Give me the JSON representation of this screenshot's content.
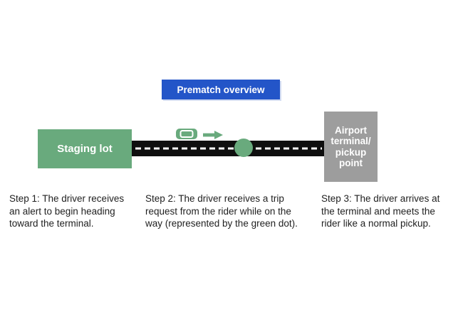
{
  "banner": {
    "label": "Prematch overview"
  },
  "diagram": {
    "staging_lot": {
      "label": "Staging lot"
    },
    "terminal": {
      "lines": [
        "Airport",
        "terminal/",
        "pickup",
        "point"
      ]
    },
    "icons": {
      "car": "car-top-view-icon",
      "arrow": "right-arrow-icon",
      "dot": "trip-request-green-dot"
    },
    "road": {
      "surface": "road-with-dashed-center-line"
    }
  },
  "steps": [
    {
      "lines": [
        "Step 1: The driver receives",
        "an alert to begin heading",
        "toward the terminal."
      ]
    },
    {
      "lines": [
        "Step 2: The driver receives a trip",
        "request from the rider while on the",
        "way (represented by the green dot)."
      ]
    },
    {
      "lines": [
        "Step 3: The driver arrives at",
        "the terminal and meets the",
        "rider like a normal pickup."
      ]
    }
  ],
  "colors": {
    "green": "#69aa7d",
    "banner_blue": "#2355c8",
    "terminal_gray": "#9d9d9d",
    "road_black": "#0f0f0f",
    "text": "#1f1f1f",
    "dash_white": "#ffffff"
  }
}
